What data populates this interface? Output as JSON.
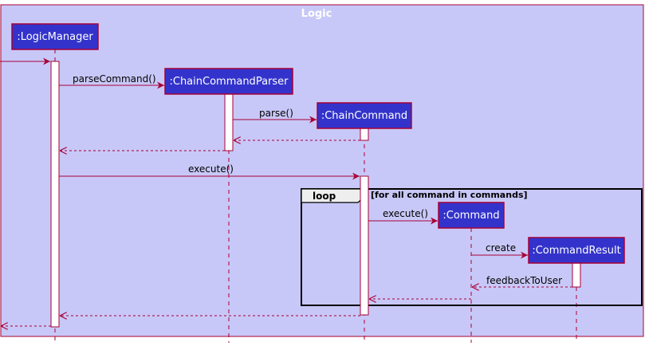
{
  "frame": {
    "title": "Logic"
  },
  "participants": [
    {
      "id": "logic_manager",
      "label": ":LogicManager"
    },
    {
      "id": "chain_command_parser",
      "label": ":ChainCommandParser"
    },
    {
      "id": "chain_command",
      "label": ":ChainCommand"
    },
    {
      "id": "command",
      "label": ":Command"
    },
    {
      "id": "command_result",
      "label": ":CommandResult"
    }
  ],
  "messages": [
    {
      "id": "parse_command",
      "label": "parseCommand()"
    },
    {
      "id": "parse",
      "label": "parse()"
    },
    {
      "id": "execute_chain",
      "label": "execute()"
    },
    {
      "id": "execute_command",
      "label": "execute()"
    },
    {
      "id": "create",
      "label": "create"
    },
    {
      "id": "feedback",
      "label": "feedbackToUser"
    }
  ],
  "loop": {
    "keyword": "loop",
    "guard": "[for all command in commands]"
  },
  "colors": {
    "frame_fill": "#C8C8F8",
    "participant_fill": "#3333CC",
    "border": "#A80036",
    "text_on_box": "#FFFFFF",
    "message_text": "#000000"
  }
}
